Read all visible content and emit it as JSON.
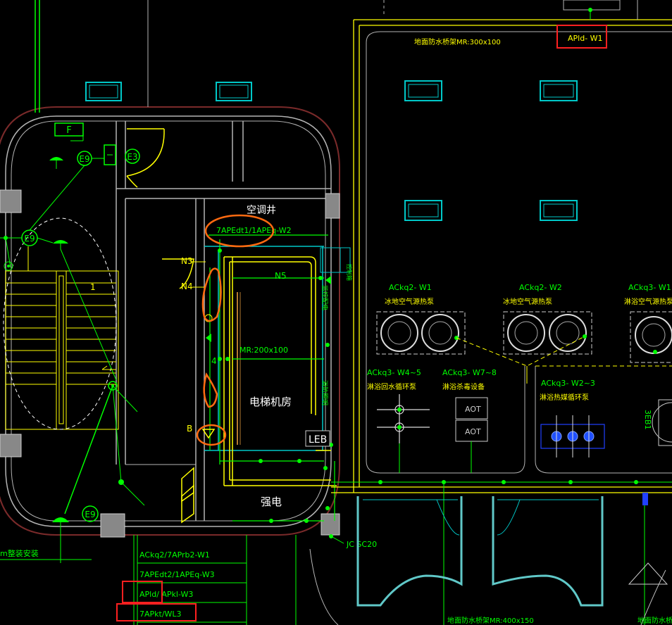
{
  "labels": {
    "ap_ld_w1": "APld- W1",
    "cable_tray_top": "地面防水桥架MR:300x100",
    "air_shaft": "空调井",
    "ape_w2": "7APEdt1/1APEq-W2",
    "n3": "N3",
    "n4": "N4",
    "n5": "N5",
    "mr200": "MR:200x100",
    "num4": "4",
    "elevator_room": "电梯机房",
    "b": "B",
    "leb": "LEB",
    "strong_elec": "强电",
    "jc_sc20": "JC SC20",
    "f_box": "F",
    "e9_top": "E9",
    "e3": "E3",
    "e9_mid": "E9",
    "e9_bot": "E9",
    "fire_pump": "m整装安装",
    "num1": "1",
    "vert_l1": "监控配电",
    "vert_l2": "普通配电",
    "vert_r": "消防照明",
    "vert_box": "控制箱",
    "ackq2_w1": "ACkq2- W1",
    "ackq2_w1_sub": "冰地空气源热泵",
    "ackq2_w2": "ACkq2- W2",
    "ackq2_w2_sub": "冰地空气源热泵",
    "ackq3_w1": "ACkq3- W1",
    "ackq3_w1_sub": "淋浴空气源热泵",
    "ackq3_w45": "ACkq3- W4~5",
    "ackq3_w45_sub": "淋浴回水循环泵",
    "ackq3_w78": "ACkq3- W7~8",
    "ackq3_w78_sub": "淋浴杀毒设备",
    "ackq3_w23": "ACkq3- W2~3",
    "ackq3_w23_sub": "淋浴热媒循环泵",
    "aot1": "AOT",
    "aot2": "AOT",
    "seb": "3EB1",
    "row1": "ACkq2/7APrb2-W1",
    "row2": "7APEdt2/1APEq-W3",
    "row3": "APld/ APkl-W3",
    "row4": "7APkt/WL3",
    "cable_tray_bot": "地面防水桥架MR:400x150",
    "cable_tray_bot2": "地面防水桥架"
  },
  "colors": {
    "background": "#000000",
    "wall": "#b4b4b4",
    "cyan": "#00c8c8",
    "green": "#00ff00",
    "yellow": "#ffff00",
    "red": "#ff3030",
    "orange": "#ff6a10",
    "brick": "#7a2a2a",
    "blue": "#2040ff"
  }
}
